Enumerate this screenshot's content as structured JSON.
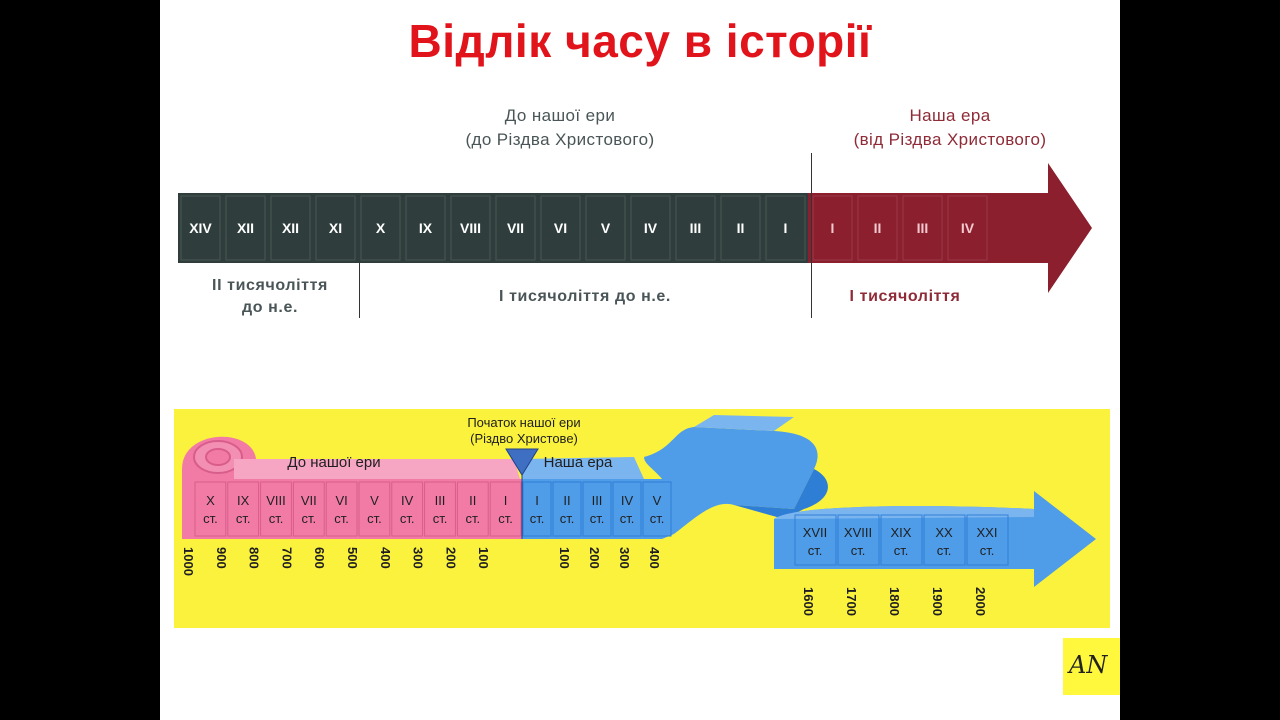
{
  "title": "Відлік часу в історії",
  "top_timeline": {
    "bce_header": [
      "До нашої ери",
      "(до Різдва Христового)"
    ],
    "ce_header": [
      "Наша ера",
      "(від Різдва Христового)"
    ],
    "bce_centuries": [
      "XIV",
      "XII",
      "XII",
      "XI",
      "X",
      "IX",
      "VIII",
      "VII",
      "VI",
      "V",
      "IV",
      "III",
      "II",
      "I"
    ],
    "ce_centuries": [
      "I",
      "II",
      "III",
      "IV"
    ],
    "millennium_2_bce": [
      "ІІ тисячоліття",
      "до н.е."
    ],
    "millennium_1_bce": "І тисячоліття до н.е.",
    "millennium_1_ce": "І тисячоліття",
    "colors": {
      "bce": "#2f3e3d",
      "ce": "#8b1f2d"
    }
  },
  "bottom_timeline": {
    "start_marker": [
      "Початок нашої ери",
      "(Різдво Христове)"
    ],
    "bce_label": "До нашої ери",
    "ce_label": "Наша ера",
    "century_suffix": "ст.",
    "bce_centuries": [
      "X",
      "IX",
      "VIII",
      "VII",
      "VI",
      "V",
      "IV",
      "III",
      "II",
      "I"
    ],
    "ce_centuries_early": [
      "I",
      "II",
      "III",
      "IV",
      "V"
    ],
    "ce_centuries_late": [
      "XVII",
      "XVIII",
      "XIX",
      "XX",
      "XXI"
    ],
    "bce_years": [
      "1000",
      "900",
      "800",
      "700",
      "600",
      "500",
      "400",
      "300",
      "200",
      "100"
    ],
    "ce_years_early": [
      "100",
      "200",
      "300",
      "400"
    ],
    "ce_years_late": [
      "1600",
      "1700",
      "1800",
      "1900",
      "2000"
    ],
    "colors": {
      "background": "#fbf23d",
      "bce": "#f27ba6",
      "ce": "#4f9ce8"
    }
  },
  "logo_text": "AN"
}
